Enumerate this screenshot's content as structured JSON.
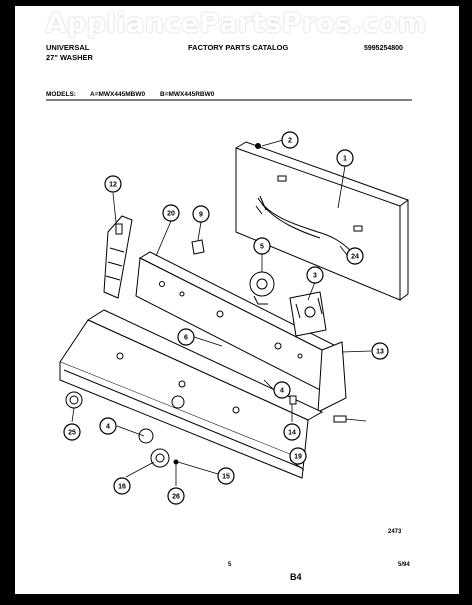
{
  "watermark": "AppliancePartsPros.com",
  "header": {
    "brand_line1": "UNIVERSAL",
    "brand_line2": "27\" WASHER",
    "catalog": "FACTORY PARTS CATALOG",
    "catalog_number": "5995254800",
    "models_label": "MODELS:",
    "model_a": "A=MWX445MBW0",
    "model_b": "B=MWX445RBW0"
  },
  "footer": {
    "diagram_code": "2473",
    "page_number": "5",
    "section": "B4",
    "date": "5/94"
  },
  "callouts": [
    "1",
    "2",
    "3",
    "4",
    "5",
    "6",
    "9",
    "12",
    "13",
    "14",
    "15",
    "16",
    "19",
    "20",
    "24",
    "25",
    "26"
  ]
}
